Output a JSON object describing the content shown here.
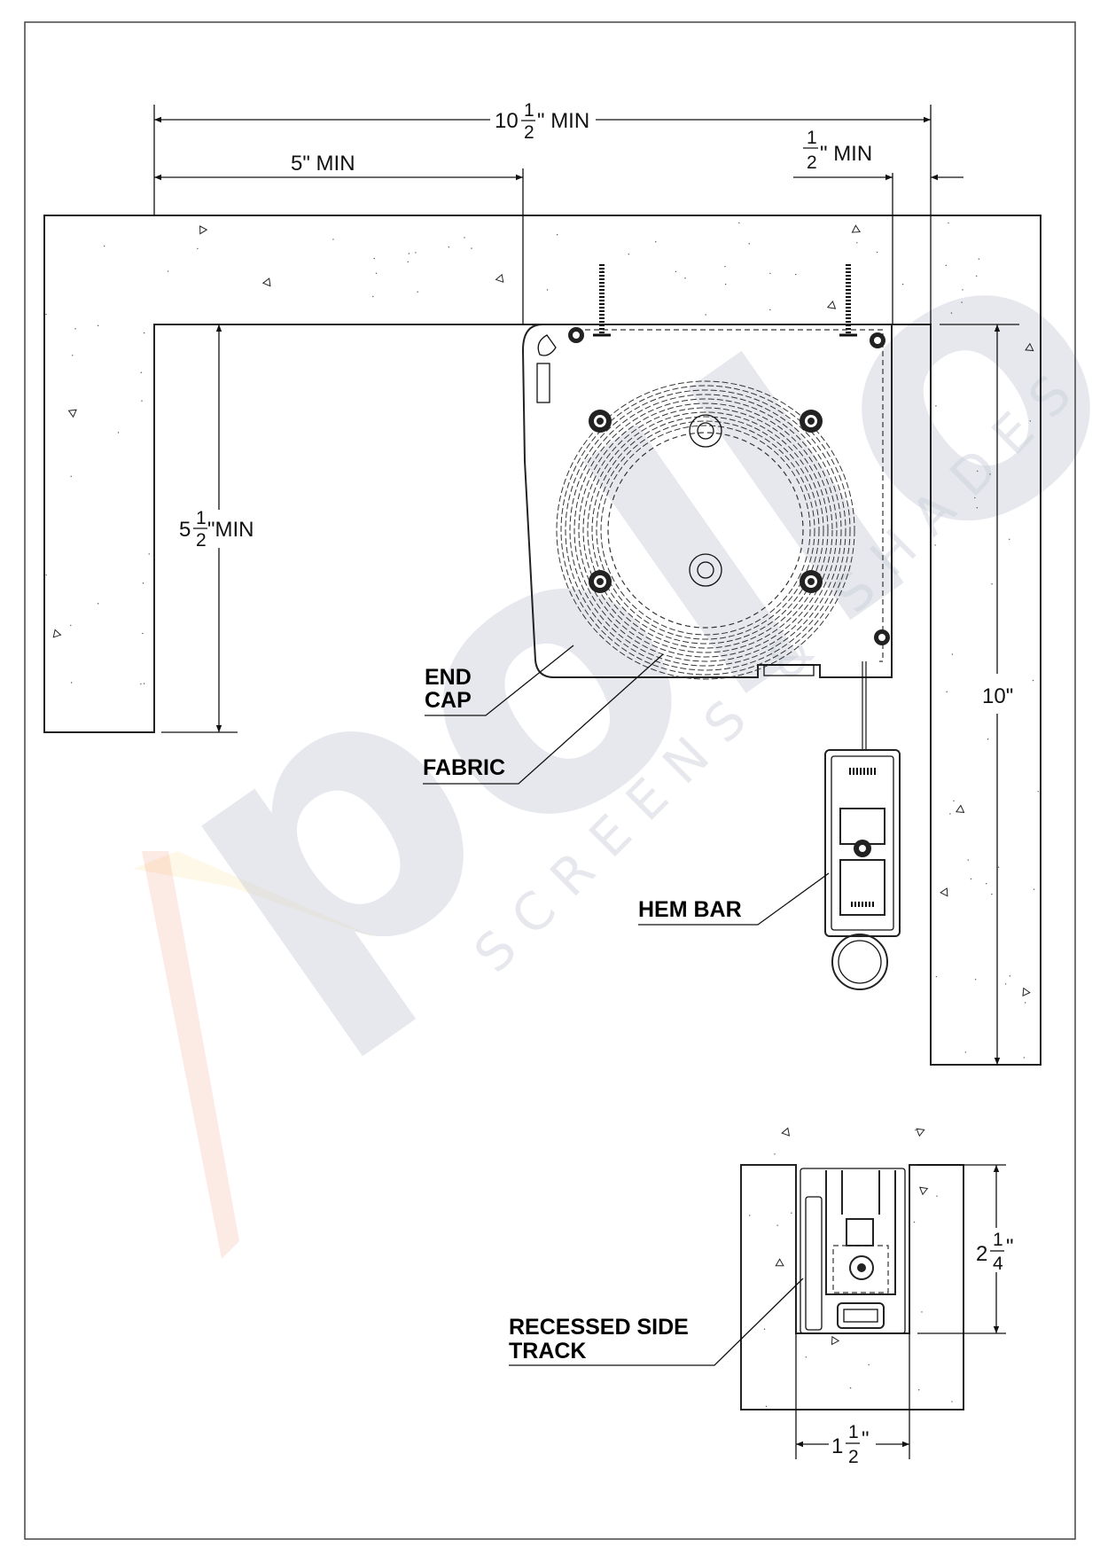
{
  "watermark": {
    "brand": "Apollo",
    "tagline": "SCREENS & SHADES",
    "colors": {
      "accent_red": "#e8502a",
      "accent_yellow": "#f6c23e",
      "grey": "#c9ced8"
    }
  },
  "dimensions": {
    "overall_width": {
      "whole": "10",
      "num": "1",
      "den": "2",
      "suffix": "\" MIN"
    },
    "left_offset": {
      "text": "5\" MIN"
    },
    "side_clearance": {
      "num": "1",
      "den": "2",
      "suffix": "\" MIN"
    },
    "head_height": {
      "whole": "5",
      "num": "1",
      "den": "2",
      "suffix": "\"MIN"
    },
    "track_depth": {
      "text": "10\""
    },
    "track_height": {
      "whole": "2",
      "num": "1",
      "den": "4",
      "suffix": "\""
    },
    "track_width": {
      "whole": "1",
      "num": "1",
      "den": "2",
      "suffix": "\""
    }
  },
  "labels": {
    "end_cap_line1": "END",
    "end_cap_line2": "CAP",
    "fabric": "FABRIC",
    "hem_bar": "HEM BAR",
    "recessed_line1": "RECESSED SIDE",
    "recessed_line2": "TRACK"
  }
}
